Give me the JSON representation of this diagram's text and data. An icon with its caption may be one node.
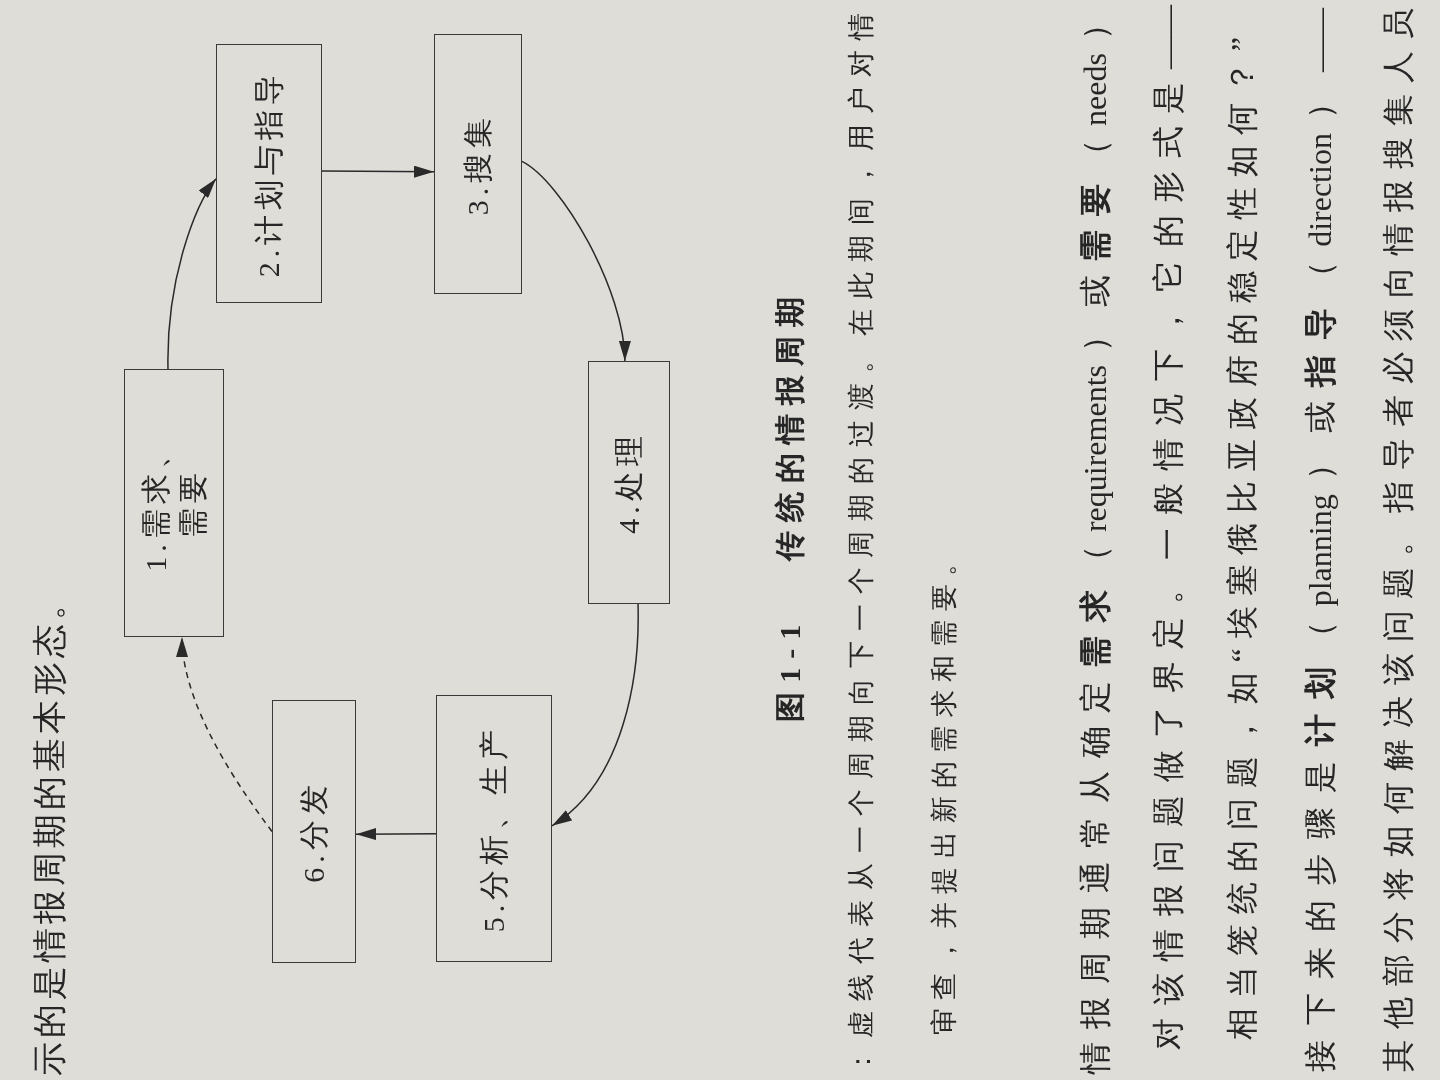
{
  "diagram": {
    "caption": "图1-1 传统的情报周期",
    "nodes": [
      {
        "text": [
          "1.需求、需要"
        ]
      },
      {
        "text": [
          "2.计划与指导"
        ]
      },
      {
        "text": [
          "3.搜集"
        ]
      },
      {
        "text": [
          "4.处理"
        ]
      },
      {
        "text": [
          "5.分析、生产"
        ]
      },
      {
        "text": [
          "6.分发"
        ]
      }
    ],
    "edges": [
      {
        "from": 0,
        "to": 1,
        "arrow": "to"
      },
      {
        "from": 1,
        "to": 2,
        "arrow": "to"
      },
      {
        "from": 2,
        "to": 3,
        "arrow": "to"
      },
      {
        "from": 3,
        "to": 4,
        "arrow": "to"
      },
      {
        "from": 4,
        "to": 5,
        "arrow": "to"
      },
      {
        "from": 5,
        "to": 0,
        "arrow": "to",
        "style": "dashed"
      }
    ],
    "labels": [
      "示的是情报周期的基本形态。",
      "：虚线代表从一个周期向下一个周期的过渡。在此期间，用户对情",
      "审查，并提出新的需求和需要。",
      "情报周期通常从确定**需求**（requirements）或**需要**（needs）",
      "对该情报问题做了界定。一般情况下，它的形式是——",
      "相当笼统的问题，如“埃塞俄比亚政府的稳定性如何？”",
      "接下来的步骤是**计划**（planning）或**指导**（direction）——",
      "其他部分将如何解决该问题。指导者必须向情报搜集人员"
    ]
  }
}
